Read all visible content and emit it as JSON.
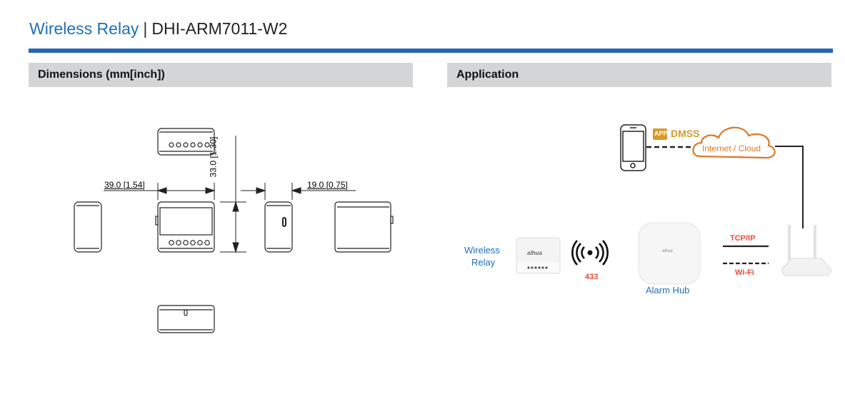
{
  "header": {
    "product_type": "Wireless Relay",
    "separator": "|",
    "model": "DHI-ARM7011-W2"
  },
  "sections": {
    "dimensions": {
      "title": "Dimensions (mm[inch])"
    },
    "application": {
      "title": "Application"
    }
  },
  "dimensions": {
    "width": "39.0  [1.54]",
    "height": "33.0  [1.30]",
    "depth": "19.0  [0.75]"
  },
  "application": {
    "app_badge": "APP",
    "app_name": "DMSS",
    "cloud": "Internet / Cloud",
    "relay_label_line1": "Wireless",
    "relay_label_line2": "Relay",
    "relay_brand": "alhua",
    "frequency": "433",
    "hub_label": "Alarm Hub",
    "hub_brand": "alhua",
    "link_wired": "TCP/IP",
    "link_wireless": "Wi-Fi"
  },
  "colors": {
    "brand_blue": "#2167b2",
    "accent_orange": "#e07a20",
    "accent_red": "#e84b3c"
  }
}
